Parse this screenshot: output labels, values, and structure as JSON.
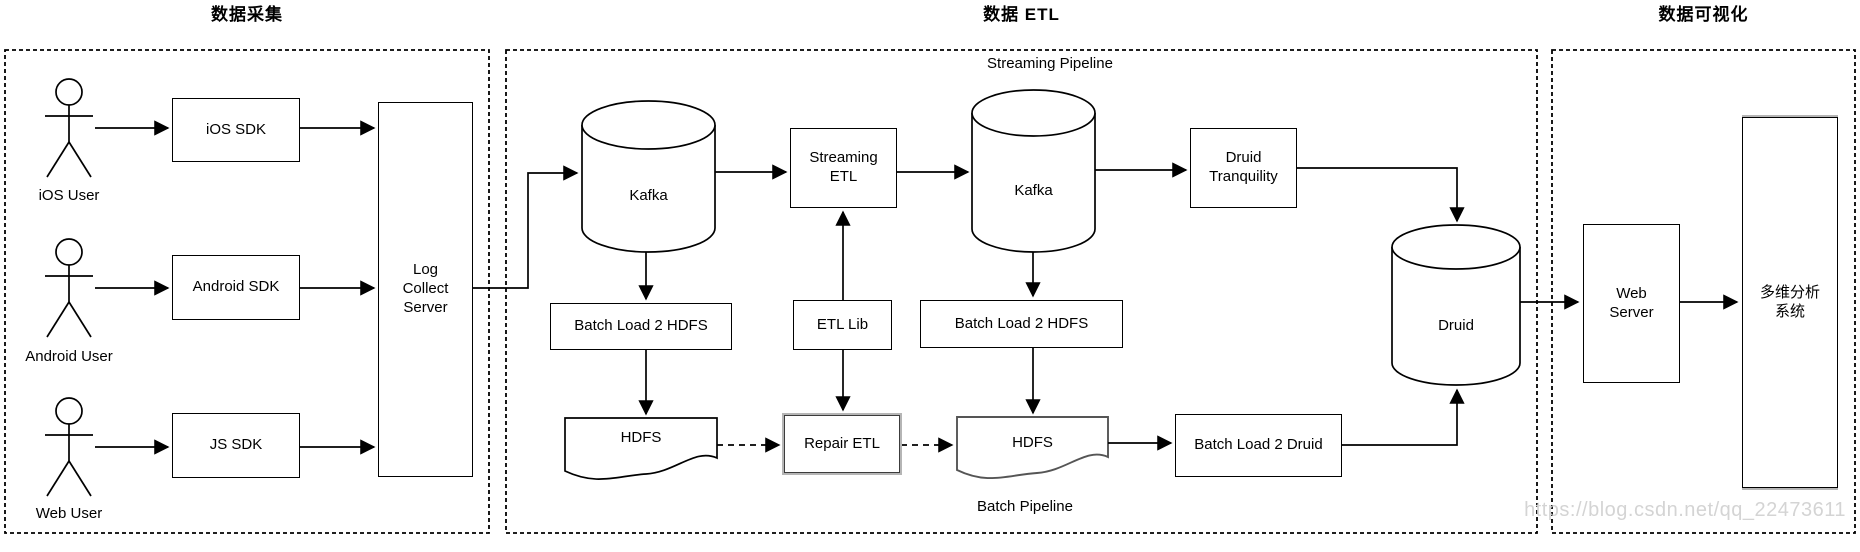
{
  "sections": {
    "collection": {
      "title": "数据采集"
    },
    "etl": {
      "title": "数据 ETL",
      "streaming_pipeline_label": "Streaming Pipeline",
      "batch_pipeline_label": "Batch Pipeline"
    },
    "visualization": {
      "title": "数据可视化"
    }
  },
  "actors": {
    "ios": {
      "label": "iOS User"
    },
    "android": {
      "label": "Android User"
    },
    "web": {
      "label": "Web User"
    }
  },
  "nodes": {
    "ios_sdk": {
      "label": "iOS SDK"
    },
    "android_sdk": {
      "label": "Android SDK"
    },
    "js_sdk": {
      "label": "JS SDK"
    },
    "log_collect_server": {
      "label": "Log Collect Server"
    },
    "kafka_source": {
      "label": "Kafka"
    },
    "streaming_etl": {
      "label": "Streaming ETL"
    },
    "kafka_stream": {
      "label": "Kafka"
    },
    "druid_tranquility": {
      "label": "Druid Tranquility"
    },
    "batch_load_2_hdfs_source": {
      "label": "Batch Load 2 HDFS"
    },
    "etl_lib": {
      "label": "ETL Lib"
    },
    "batch_load_2_hdfs_stream": {
      "label": "Batch Load 2 HDFS"
    },
    "hdfs_source": {
      "label": "HDFS"
    },
    "repair_etl": {
      "label": "Repair ETL"
    },
    "hdfs_stream": {
      "label": "HDFS"
    },
    "batch_load_2_druid": {
      "label": "Batch Load 2 Druid"
    },
    "druid": {
      "label": "Druid"
    },
    "web_server": {
      "label": "Web Server"
    },
    "analysis_system": {
      "label": "多维分析系统"
    }
  },
  "watermark": "https://blog.csdn.net/qq_22473611",
  "colors": {
    "line": "#000000",
    "highlight_border": "#b5b5b5",
    "watermark": "#d4d4d4"
  }
}
